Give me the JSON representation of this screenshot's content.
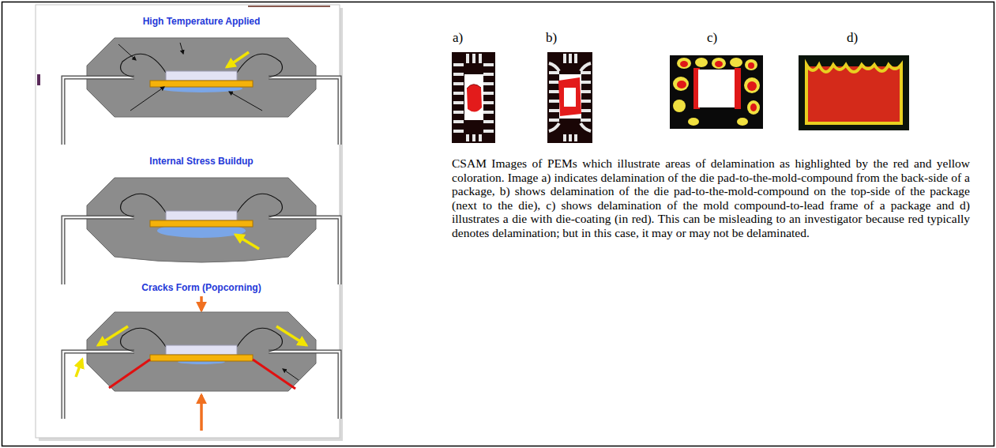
{
  "diagram": {
    "caption": "CSAM Images of PEMs which illustrate areas of delamination as highlighted by the red and yellow coloration. Image a) indicates delamination of the die pad-to-the-mold-compound from the back-side of a package, b) shows delamination of the die pad-to-the-mold-compound on the top-side of the package (next to the die), c) shows delamination of the mold compound-to-lead frame of a package and d) illustrates a die with die-coating (in red). This can be misleading to an investigator because red typically denotes delamination; but in this case, it may or may not be delaminated.",
    "labels": [
      "High Temperature Applied",
      "Internal Stress Buildup",
      "Cracks Form (Popcorning)",
      "a)",
      "b)",
      "c)",
      "d)"
    ]
  }
}
